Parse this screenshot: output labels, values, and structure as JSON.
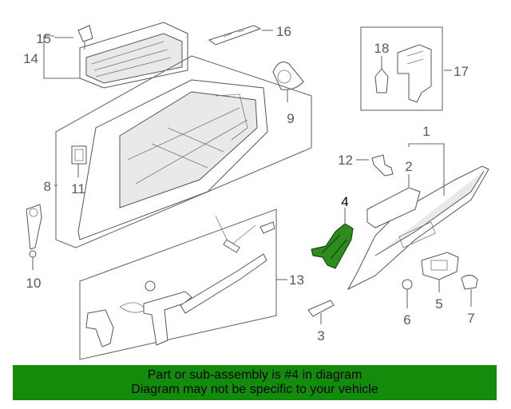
{
  "diagram": {
    "callouts": [
      "1",
      "2",
      "3",
      "4",
      "5",
      "6",
      "7",
      "8",
      "9",
      "10",
      "11",
      "12",
      "13",
      "14",
      "15",
      "16",
      "17",
      "18"
    ],
    "highlighted_part": "4",
    "highlight_color": "#2e8b1e"
  },
  "banner": {
    "line1": "Part or sub-assembly is #4 in diagram",
    "line2": "Diagram may not be specific to your vehicle",
    "background": "#148c0b"
  }
}
